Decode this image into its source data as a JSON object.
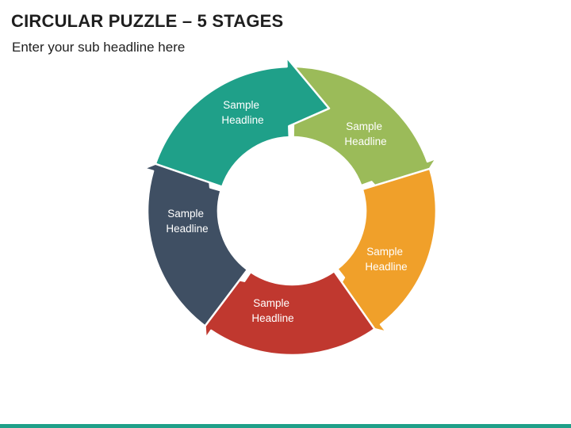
{
  "slide": {
    "title": "CIRCULAR PUZZLE – 5 STAGES",
    "subtitle": "Enter your sub headline here"
  },
  "stages": [
    {
      "line1": "Sample",
      "line2": "Headline",
      "color": "#1fa089"
    },
    {
      "line1": "Sample",
      "line2": "Headline",
      "color": "#9bbb59"
    },
    {
      "line1": "Sample",
      "line2": "Headline",
      "color": "#f0a02a"
    },
    {
      "line1": "Sample",
      "line2": "Headline",
      "color": "#c0382f"
    },
    {
      "line1": "Sample",
      "line2": "Headline",
      "color": "#3f4f63"
    }
  ],
  "colors": {
    "footer_bar": "#1fa089",
    "text": "#1f1f1f",
    "label_text": "#ffffff"
  }
}
